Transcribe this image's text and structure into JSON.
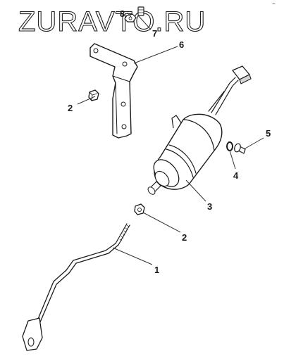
{
  "watermark": {
    "text": "ZURAVTO.RU"
  },
  "corner_mark": "~",
  "callouts": [
    {
      "id": "c1",
      "label": "1"
    },
    {
      "id": "c2a",
      "label": "2"
    },
    {
      "id": "c2b",
      "label": "2"
    },
    {
      "id": "c3",
      "label": "3"
    },
    {
      "id": "c4",
      "label": "4"
    },
    {
      "id": "c5",
      "label": "5"
    },
    {
      "id": "c6",
      "label": "6"
    },
    {
      "id": "c7",
      "label": "7"
    },
    {
      "id": "c8",
      "label": "8"
    }
  ],
  "colors": {
    "line": "#1a1a1a",
    "background": "#ffffff"
  }
}
